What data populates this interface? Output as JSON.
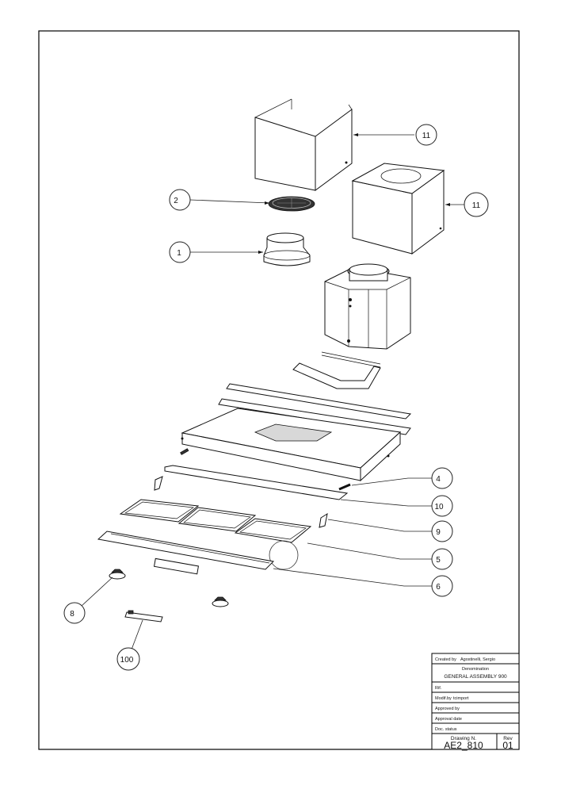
{
  "callouts": [
    {
      "label": "11"
    },
    {
      "label": "2"
    },
    {
      "label": "11"
    },
    {
      "label": "1"
    },
    {
      "label": "4"
    },
    {
      "label": "10"
    },
    {
      "label": "9"
    },
    {
      "label": "5"
    },
    {
      "label": "6"
    },
    {
      "label": "8"
    },
    {
      "label": "100"
    }
  ],
  "title_block": {
    "created_by_label": "Created by",
    "created_by_value": "Agostinelli, Sergio",
    "denomination_label": "Denomination",
    "denomination_value": "GENERAL ASSEMBLY 900",
    "rif_label": "Rif.",
    "modif_label": "Modif.by",
    "modif_value": "tcimport",
    "approved_by_label": "Approved by",
    "approval_date_label": "Approval date",
    "doc_status_label": "Doc. status",
    "drawing_n_label": "Drawing N.",
    "drawing_n_value": "AE2_810",
    "rev_label": "Rev",
    "rev_value": "01"
  }
}
